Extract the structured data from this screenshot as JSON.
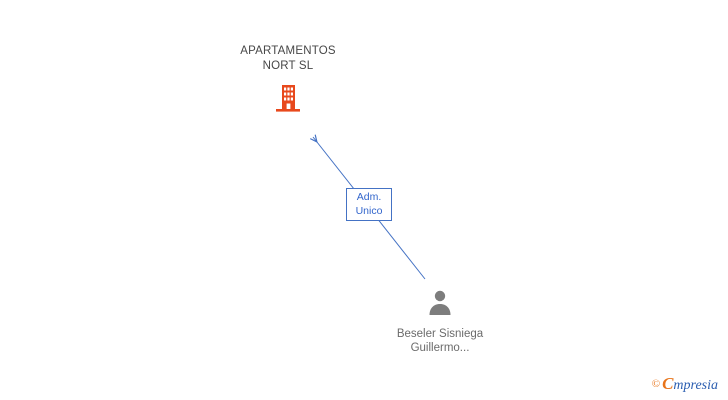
{
  "diagram": {
    "company": {
      "name": "APARTAMENTOS NORT SL"
    },
    "relation": {
      "label": "Adm. Unico"
    },
    "person": {
      "name": "Beseler Sisniega Guillermo..."
    }
  },
  "icons": {
    "building": "building-icon",
    "person": "person-icon",
    "arrow": "arrowhead-icon"
  },
  "colors": {
    "building": "#e8491d",
    "connector": "#4472c4",
    "relation_border": "#4472c4",
    "relation_text": "#3366cc",
    "person_icon": "#7d7d7d",
    "company_text": "#474747",
    "person_text": "#6b6b6b",
    "brand_orange": "#e8741a",
    "brand_blue": "#2a5db0"
  },
  "footer": {
    "copyright_symbol": "©",
    "brand_initial": "C",
    "brand_rest": "mpresia"
  }
}
